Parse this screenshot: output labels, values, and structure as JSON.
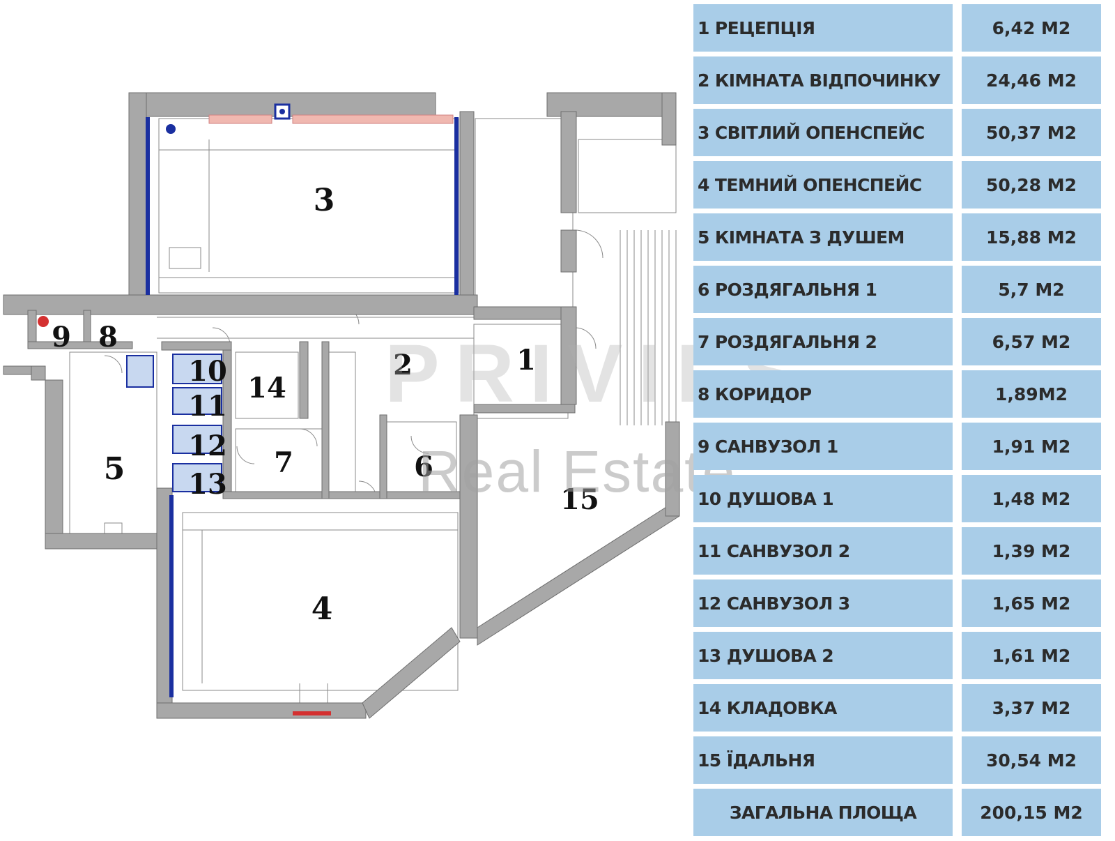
{
  "rooms": [
    {
      "number": "1",
      "name": "1 РЕЦЕПЦІЯ",
      "area": "6,42 М2"
    },
    {
      "number": "2",
      "name": "2 КІМНАТА ВІДПОЧИНКУ",
      "area": "24,46 М2"
    },
    {
      "number": "3",
      "name": "3 СВІТЛИЙ ОПЕНСПЕЙС",
      "area": "50,37 М2"
    },
    {
      "number": "4",
      "name": "4 ТЕМНИЙ ОПЕНСПЕЙС",
      "area": "50,28 М2"
    },
    {
      "number": "5",
      "name": "5 КІМНАТА З ДУШЕМ",
      "area": "15,88 М2"
    },
    {
      "number": "6",
      "name": "6 РОЗДЯГАЛЬНЯ 1",
      "area": "5,7 М2"
    },
    {
      "number": "7",
      "name": "7 РОЗДЯГАЛЬНЯ 2",
      "area": "6,57 М2"
    },
    {
      "number": "8",
      "name": "8 КОРИДОР",
      "area": "1,89М2"
    },
    {
      "number": "9",
      "name": "9 САНВУЗОЛ 1",
      "area": "1,91 М2"
    },
    {
      "number": "10",
      "name": "10 ДУШОВА 1",
      "area": "1,48 М2"
    },
    {
      "number": "11",
      "name": "11 САНВУЗОЛ 2",
      "area": "1,39 М2"
    },
    {
      "number": "12",
      "name": "12 САНВУЗОЛ 3",
      "area": "1,65 М2"
    },
    {
      "number": "13",
      "name": "13 ДУШОВА 2",
      "area": "1,61 М2"
    },
    {
      "number": "14",
      "name": "14 КЛАДОВКА",
      "area": "3,37 М2"
    },
    {
      "number": "15",
      "name": "15 ЇДАЛЬНЯ",
      "area": "30,54 М2"
    }
  ],
  "total": {
    "label": "ЗАГАЛЬНА ПЛОЩА",
    "area": "200,15 М2"
  },
  "watermark": {
    "logo": "PRIVILS",
    "text": "Real Estate"
  },
  "colors": {
    "table_cell": "#a9cde8",
    "wall": "#a8a8a8",
    "window_blue": "#1a2fa0",
    "room_label": "#111111"
  }
}
